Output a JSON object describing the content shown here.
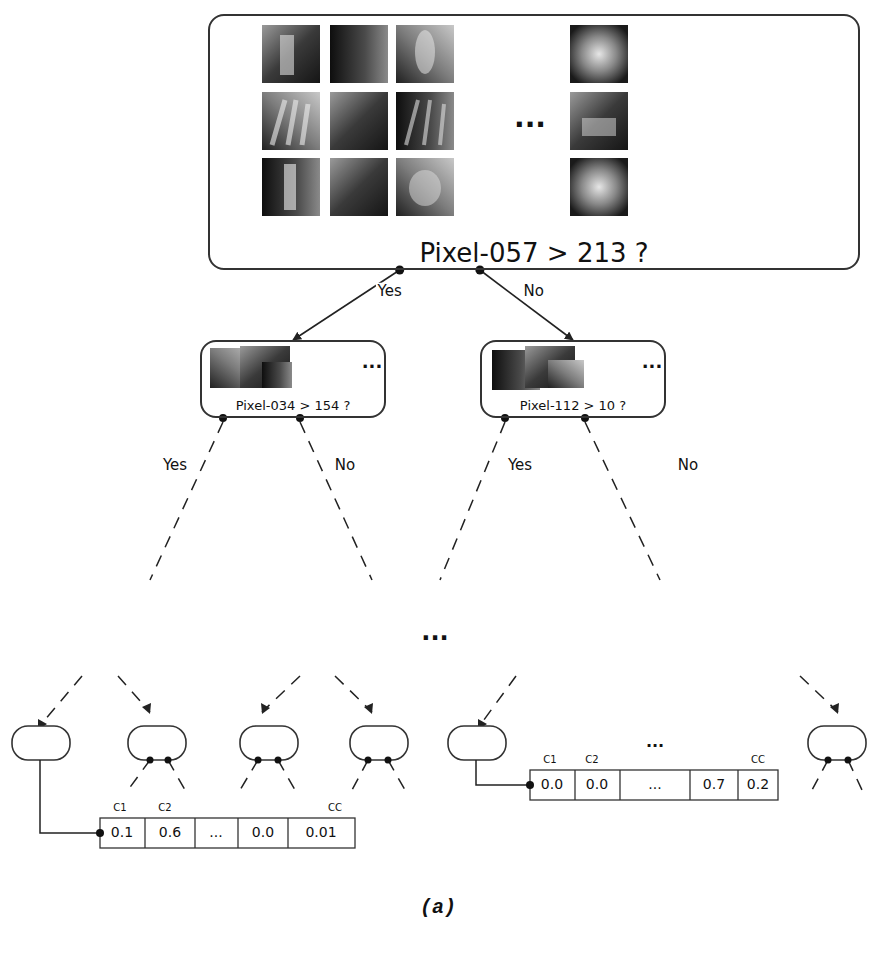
{
  "diagram": {
    "caption": "(a)",
    "nodes": [
      {
        "text": [
          "Pixel-057 > 213 ?"
        ]
      },
      {
        "text": [
          "Pixel-034 > 154 ?"
        ]
      },
      {
        "text": [
          "Pixel-112 > 10 ?"
        ]
      }
    ],
    "edges": [
      {
        "from": 0,
        "to": 1,
        "label": "Yes",
        "arrow": "to"
      },
      {
        "from": 0,
        "to": 2,
        "label": "No",
        "arrow": "to"
      }
    ],
    "labels": [
      "...",
      "...",
      "...",
      "Yes",
      "No",
      "Yes",
      "No",
      "...",
      "...",
      "C1",
      "C2",
      "CC",
      "0.1",
      "0.6",
      "...",
      "0.0",
      "0.01",
      "C1",
      "C2",
      "CC",
      "0.0",
      "0.0",
      "...",
      "0.7",
      "0.2"
    ]
  }
}
